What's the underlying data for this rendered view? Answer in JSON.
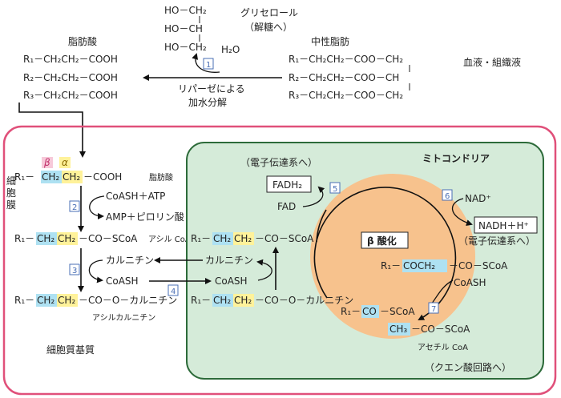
{
  "top": {
    "glycerol_lines": [
      "HO－CH₂",
      "HO－CH",
      "HO－CH₂"
    ],
    "glycerol_label": "グリセロール",
    "glycerol_sub": "（解糖へ）",
    "h2o": "H₂O",
    "step1": "1",
    "fatty_acid_title": "脂肪酸",
    "fatty_acids": [
      "R₁－CH₂CH₂－COOH",
      "R₂－CH₂CH₂－COOH",
      "R₃－CH₂CH₂－COOH"
    ],
    "tg_title": "中性脂肪",
    "tg_lines": [
      "R₁－CH₂CH₂－COO－CH₂",
      "R₂－CH₂CH₂－COO－CH",
      "R₃－CH₂CH₂－COO－CH₂"
    ],
    "lipase_1": "リパーゼによる",
    "lipase_2": "加水分解",
    "blood_label": "血液・組織液"
  },
  "cell": {
    "membrane_label": [
      "細",
      "胞",
      "膜"
    ],
    "cytoplasm_label": "細胞質基質",
    "beta": "β",
    "alpha": "α",
    "fa_r1": "R₁－",
    "fa_ch2a": "CH₂",
    "fa_ch2b": "CH₂",
    "fa_tail": "－COOH",
    "fa_label": "脂肪酸",
    "step2": "2",
    "coash_atp": "CoASH＋ATP",
    "amp": "AMP＋ピロリン酸",
    "acyl_r1": "R₁－",
    "acyl_ch2a": "CH₂",
    "acyl_ch2b": "CH₂",
    "acyl_tail": "－CO－SCoA",
    "acyl_label": "アシル CoA",
    "step3": "3",
    "carnitine": "カルニチン",
    "coash": "CoASH",
    "step4": "4",
    "acylcarn_r1": "R₁－",
    "acylcarn_ch2a": "CH₂",
    "acylcarn_ch2b": "CH₂",
    "acylcarn_tail": "－CO－O－カルニチン",
    "acylcarn_label": "アシルカルニチン"
  },
  "mito": {
    "title": "ミトコンドリア",
    "etc_note_1": "（電子伝達系へ）",
    "fadh2": "FADH₂",
    "fad": "FAD",
    "step5": "5",
    "step6": "6",
    "nad": "NAD⁺",
    "nadh": "NADH＋H⁺",
    "etc_note_2": "（電子伝達系へ）",
    "beta_ox": "β 酸化",
    "in_acylcoa_r1": "R₁－",
    "in_acylcoa_ch2a": "CH₂",
    "in_acylcoa_ch2b": "CH₂",
    "in_acylcoa_tail": "－CO－SCoA",
    "carnitine": "カルニチン",
    "coash": "CoASH",
    "in_acylcarn_r1": "R₁－",
    "in_acylcarn_ch2a": "CH₂",
    "in_acylcarn_ch2b": "CH₂",
    "in_acylcarn_tail": "－CO－O－カルニチン",
    "keto_r1": "R₁－",
    "keto_coch2": "COCH₂",
    "keto_tail": "－CO－SCoA",
    "keto_coash": "CoASH",
    "short_r1": "R₁－",
    "short_co": "CO",
    "short_tail": "－SCoA",
    "step7": "7",
    "acetyl_ch3": "CH₃",
    "acetyl_tail": "－CO－SCoA",
    "acetyl_label": "アセチル CoA",
    "tca_note": "（クエン酸回路へ）"
  },
  "colors": {
    "cell_border": "#e0507a",
    "mito_fill": "#d5ebd9",
    "mito_border": "#2d6b3a",
    "orange_circle": "#f7c28d",
    "blue_highlight": "#aee1f2",
    "yellow_highlight": "#fff29a",
    "pink_highlight": "#f7c9d9",
    "step_box": "#4a6fb5"
  }
}
